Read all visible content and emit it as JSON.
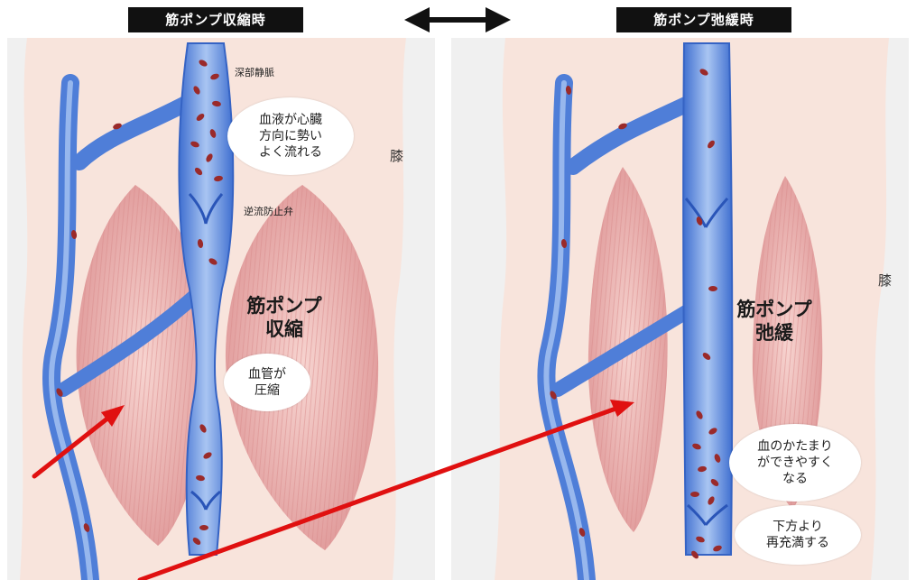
{
  "left_panel": {
    "title": "筋ポンプ収縮時",
    "vein_label": "深部静脈",
    "valve_label": "逆流防止弁",
    "knee_label": "膝",
    "muscle_label": [
      "筋ポンプ",
      "収縮"
    ],
    "bubble_top": [
      "血液が心臓",
      "方向に勢い",
      "よく流れる"
    ],
    "bubble_bottom": [
      "血管が",
      "圧縮"
    ]
  },
  "right_panel": {
    "title": "筋ポンプ弛緩時",
    "knee_label": "膝",
    "muscle_label": [
      "筋ポンプ",
      "弛緩"
    ],
    "bubble_clot": [
      "血のかたまり",
      "ができやすく",
      "なる"
    ],
    "bubble_refill": [
      "下方より",
      "再充満する"
    ]
  },
  "colors": {
    "skin": "#f8e4dc",
    "muscle": "#e7a6a6",
    "vein": "#5a86dc",
    "vein_light": "#a9c5f2",
    "blood_cell": "#9a2a2a",
    "arrow": "#e01010",
    "title_bg": "#111111"
  },
  "icons": {
    "center": "double-headed-arrow-icon",
    "annotation": "red-arrow-icon"
  }
}
